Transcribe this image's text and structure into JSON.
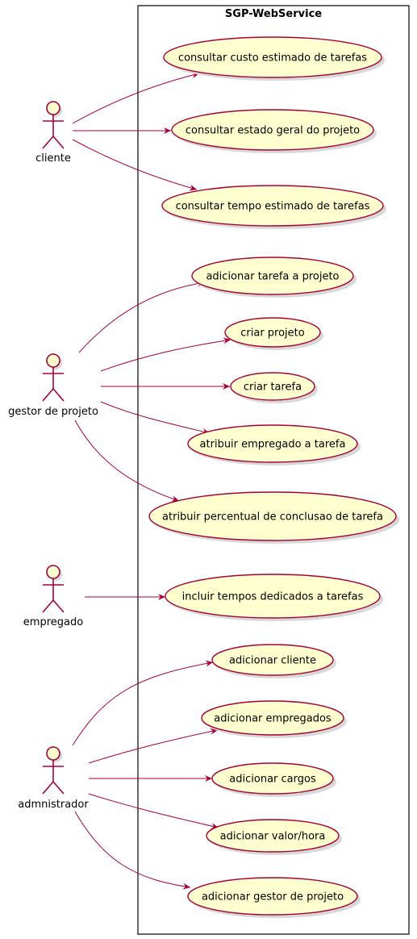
{
  "system": {
    "title": "SGP-WebService"
  },
  "colors": {
    "fill": "#FEFECE",
    "stroke": "#A80036",
    "edge": "#A80036",
    "shadow": "#d8d8d8"
  },
  "actors": [
    {
      "id": "cliente",
      "label": "cliente"
    },
    {
      "id": "gestor",
      "label": "gestor de projeto"
    },
    {
      "id": "empregado",
      "label": "empregado"
    },
    {
      "id": "admnistrador",
      "label": "admnistrador"
    }
  ],
  "usecases": [
    {
      "id": "uc1",
      "label": "consultar custo estimado de tarefas",
      "actor": "cliente"
    },
    {
      "id": "uc2",
      "label": "consultar estado geral do projeto",
      "actor": "cliente"
    },
    {
      "id": "uc3",
      "label": "consultar tempo estimado de tarefas",
      "actor": "cliente"
    },
    {
      "id": "uc4",
      "label": "adicionar tarefa a projeto",
      "actor": "gestor"
    },
    {
      "id": "uc5",
      "label": "criar projeto",
      "actor": "gestor"
    },
    {
      "id": "uc6",
      "label": "criar tarefa",
      "actor": "gestor"
    },
    {
      "id": "uc7",
      "label": "atribuir empregado a tarefa",
      "actor": "gestor"
    },
    {
      "id": "uc8",
      "label": "atribuir percentual de conclusao de tarefa",
      "actor": "gestor"
    },
    {
      "id": "uc9",
      "label": "incluir tempos dedicados a tarefas",
      "actor": "empregado"
    },
    {
      "id": "uc10",
      "label": "adicionar cliente",
      "actor": "admnistrador"
    },
    {
      "id": "uc11",
      "label": "adicionar empregados",
      "actor": "admnistrador"
    },
    {
      "id": "uc12",
      "label": "adicionar cargos",
      "actor": "admnistrador"
    },
    {
      "id": "uc13",
      "label": "adicionar valor/hora",
      "actor": "admnistrador"
    },
    {
      "id": "uc14",
      "label": "adicionar gestor de projeto",
      "actor": "admnistrador"
    }
  ]
}
